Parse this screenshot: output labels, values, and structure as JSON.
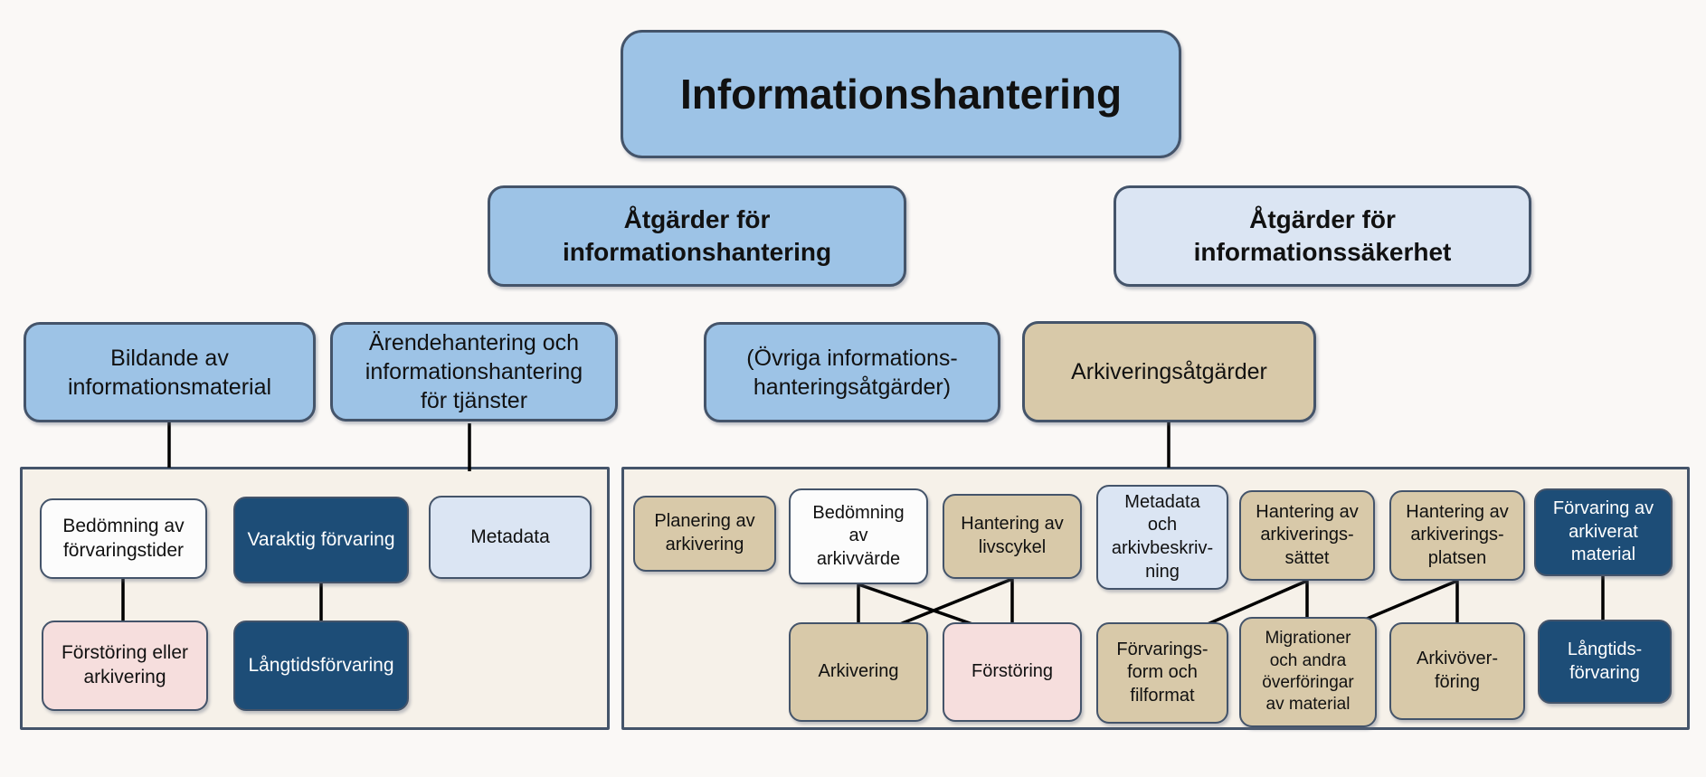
{
  "title": "Informationshantering",
  "colors": {
    "blue": "#9dc3e6",
    "light_blue": "#dbe5f3",
    "dark_blue": "#1d4d77",
    "tan": "#d8c9a9",
    "pink": "#f6dedd",
    "white_box": "#fcfcfc",
    "panel_background": "#f6f1e9",
    "box_border": "#44546a",
    "page_background": "#faf8f6",
    "connector": "#000000"
  },
  "diagram": {
    "root": {
      "label": "Informationshantering"
    },
    "level2": [
      {
        "label": "Åtgärder för\ninformationshantering"
      },
      {
        "label": "Åtgärder för\ninformationssäkerhet"
      }
    ],
    "level3": [
      {
        "label": "Bildande av\ninformationsmaterial"
      },
      {
        "label": "Ärendehantering och\ninformationshantering\nför tjänster"
      },
      {
        "label": "(Övriga informations-\nhanteringsåtgärder)"
      },
      {
        "label": "Arkiveringsåtgärder"
      }
    ],
    "left_group": {
      "top": [
        {
          "label": "Bedömning av\nförvaringstider"
        },
        {
          "label": "Varaktig förvaring"
        },
        {
          "label": "Metadata"
        }
      ],
      "bottom": [
        {
          "label": "Förstöring eller\narkivering"
        },
        {
          "label": "Långtidsförvaring"
        }
      ]
    },
    "right_group": {
      "top": [
        {
          "label": "Planering av\narkivering"
        },
        {
          "label": "Bedömning\nav\narkivvärde"
        },
        {
          "label": "Hantering av\nlivscykel"
        },
        {
          "label": "Metadata\noch\narkivbeskriv-\nning"
        },
        {
          "label": "Hantering av\narkiverings-\nsättet"
        },
        {
          "label": "Hantering av\narkiverings-\nplatsen"
        },
        {
          "label": "Förvaring av\narkiverat\nmaterial"
        }
      ],
      "bottom": [
        {
          "label": "Arkivering"
        },
        {
          "label": "Förstöring"
        },
        {
          "label": "Förvarings-\nform och\nfilformat"
        },
        {
          "label": "Migrationer\noch andra\növerföringar\nav material"
        },
        {
          "label": "Arkivöver-\nföring"
        },
        {
          "label": "Långtids-\nförvaring"
        }
      ]
    }
  }
}
